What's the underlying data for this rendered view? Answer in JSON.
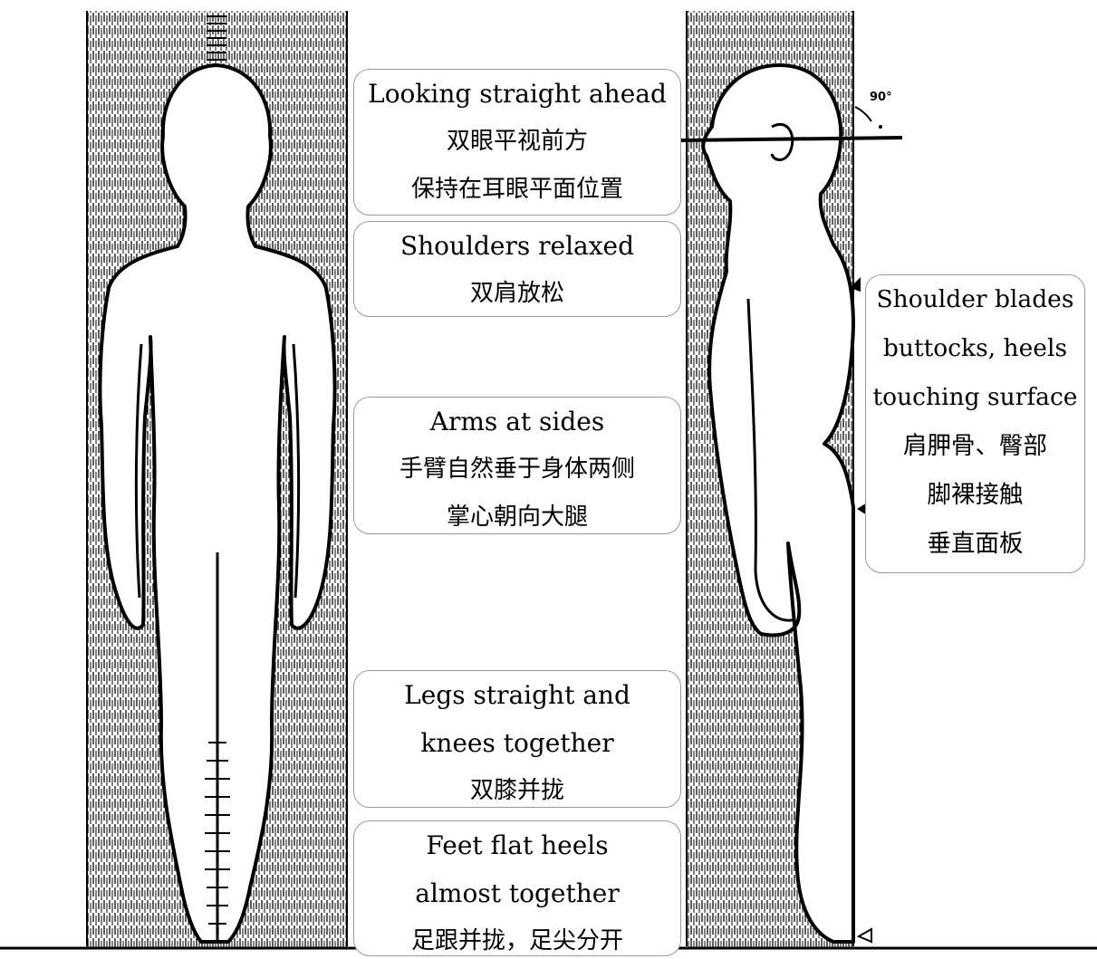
{
  "annotations": {
    "head": {
      "lines": [
        "Looking straight ahead",
        "双眼平视前方",
        "保持在耳眼平面位置"
      ]
    },
    "shoulders": {
      "lines": [
        "Shoulders relaxed",
        "双肩放松"
      ]
    },
    "arms": {
      "lines": [
        "Arms at sides",
        "手臂自然垂于身体两侧",
        "掌心朝向大腿"
      ]
    },
    "legs": {
      "lines": [
        "Legs straight and",
        "knees together",
        "双膝并拢"
      ]
    },
    "feet": {
      "lines": [
        "Feet flat heels",
        "almost together",
        "足跟并拢，足尖分开"
      ]
    },
    "back": {
      "lines": [
        "Shoulder blades",
        "buttocks, heels",
        "touching surface",
        "肩胛骨、臀部",
        "脚裸接触",
        "垂直面板"
      ]
    }
  },
  "angle_marker": "90°",
  "colors": {
    "ink": "#000000",
    "board_hatch": "#1a1a1a",
    "box_border": "#9a9a9a",
    "background": "#ffffff"
  }
}
